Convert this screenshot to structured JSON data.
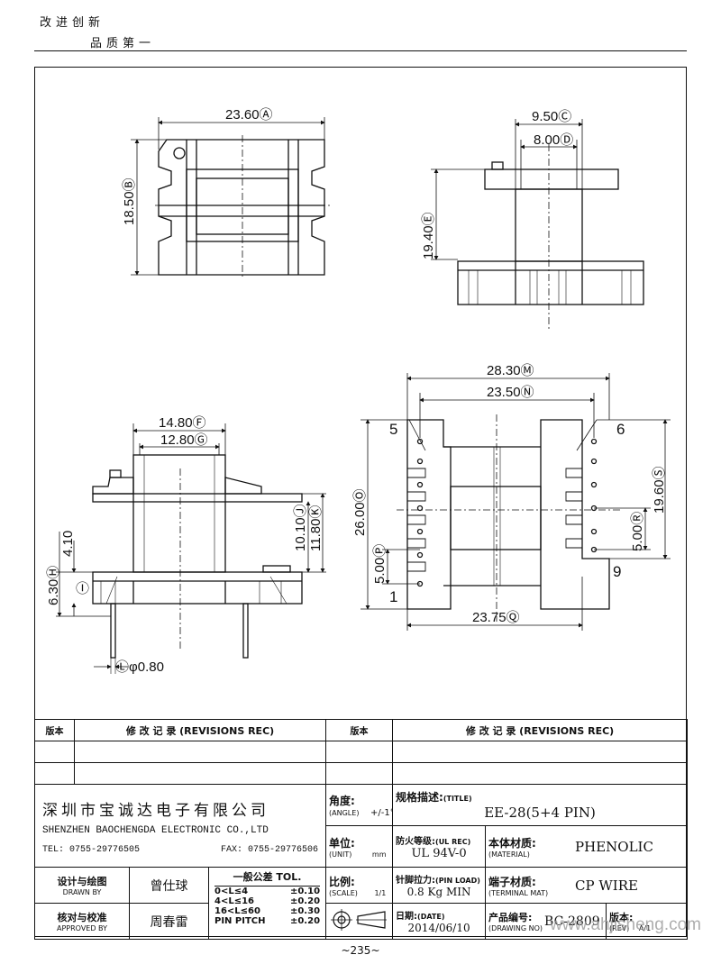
{
  "header": {
    "slogan_line1": "改进创新",
    "slogan_line2": "品质第一"
  },
  "drawing": {
    "top_left_view": {
      "width_dim": "23.60Ⓐ",
      "height_dim": "18.50Ⓑ"
    },
    "top_right_view": {
      "dim_c": "9.50Ⓒ",
      "dim_d": "8.00Ⓓ",
      "dim_e": "19.40Ⓔ"
    },
    "side_view": {
      "dim_f": "14.80Ⓕ",
      "dim_g": "12.80Ⓖ",
      "dim_h": "6.30Ⓗ",
      "dim_h_note": "4.10",
      "dim_i": "Ⓘ",
      "dim_j": "10.10Ⓙ",
      "dim_k": "11.80Ⓚ",
      "dim_l": "Ⓛφ0.80"
    },
    "front_view": {
      "dim_m": "28.30Ⓜ",
      "dim_n": "23.50Ⓝ",
      "dim_o": "26.00Ⓞ",
      "dim_p": "5.00Ⓟ",
      "dim_q": "23.75Ⓠ",
      "dim_r": "5.00Ⓡ",
      "dim_s": "19.60Ⓢ",
      "pin_5": "5",
      "pin_6": "6",
      "pin_1": "1",
      "pin_9": "9"
    }
  },
  "title_block": {
    "rev_label_left": "版本",
    "rev_record_left": "修 改 记 录  (REVISIONS REC)",
    "rev_label_right": "版本",
    "rev_record_right": "修 改 记 录  (REVISIONS REC)",
    "company_cn": "深圳市宝诚达电子有限公司",
    "company_en": "SHENZHEN BAOCHENGDA ELECTRONIC CO.,LTD",
    "tel": "TEL: 0755-29776505",
    "fax": "FAX: 0755-29776506",
    "angle_label": "角度:",
    "angle_label_en": "(ANGLE)",
    "angle_value": "+/-1°",
    "unit_label": "单位:",
    "unit_label_en": "(UNIT)",
    "unit_value": "mm",
    "scale_label": "比例:",
    "scale_label_en": "(SCALE)",
    "scale_value": "1/1",
    "title_label": "规格描述:",
    "title_label_en": "(TITLE)",
    "title_value": "EE-28(5+4 PIN)",
    "fire_label": "防火等级:",
    "fire_label_en": "(UL REC)",
    "fire_value": "UL 94V-0",
    "material_label": "本体材质:",
    "material_label_en": "(MATERIAL)",
    "material_value": "PHENOLIC",
    "pin_load_label": "针脚拉力:",
    "pin_load_label_en": "(PIN LOAD)",
    "pin_load_value": "0.8 Kg MIN",
    "terminal_label": "端子材质:",
    "terminal_label_en": "(TERMINAL MAT)",
    "terminal_value": "CP WIRE",
    "date_label": "日期:",
    "date_label_en": "(DATE)",
    "date_value": "2014/06/10",
    "drawing_no_label": "产品编号:",
    "drawing_no_label_en": "(DRAWING NO)",
    "drawing_no_value": "BC-2809",
    "rev_label": "版本:",
    "rev_label_en": "(REV)",
    "rev_value": "A/1",
    "drawn_label": "设计与绘图",
    "drawn_label_en": "DRAWN BY",
    "drawn_value": "曾仕球",
    "approved_label": "核对与校准",
    "approved_label_en": "APPROVED BY",
    "approved_value": "周春雷",
    "tol_title": "一般公差 TOL.",
    "tol_rows": [
      {
        "range": "0<L≤4",
        "value": "±0.10"
      },
      {
        "range": "4<L≤16",
        "value": "±0.20"
      },
      {
        "range": "16<L≤60",
        "value": "±0.30"
      },
      {
        "range": "PIN PITCH",
        "value": "±0.20"
      }
    ]
  },
  "footer": {
    "page_number": "~235~",
    "watermark": "www.ahjisheng.com"
  }
}
